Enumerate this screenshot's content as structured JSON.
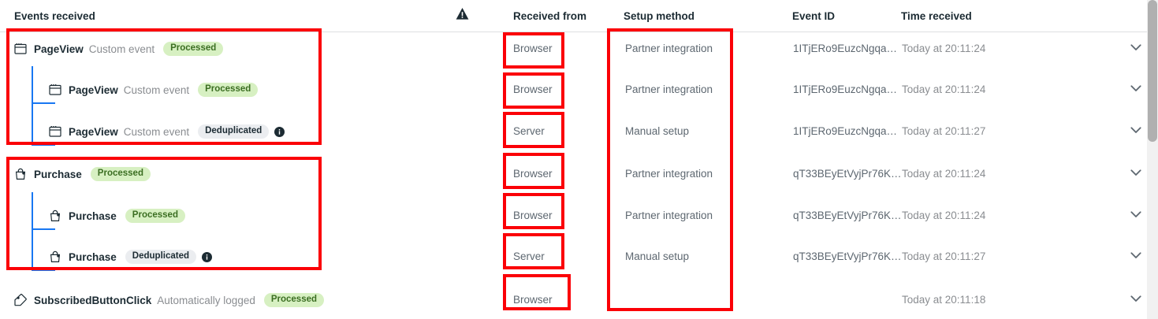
{
  "table": {
    "columns": {
      "events_received": "Events received",
      "warning_icon": "warning-triangle-icon",
      "received_from": "Received from",
      "setup_method": "Setup method",
      "event_id": "Event ID",
      "time_received": "Time received"
    },
    "rows": [
      {
        "icon": "browser-window-icon",
        "name": "PageView",
        "subtitle": "Custom event",
        "badge": "Processed",
        "badge_type": "processed",
        "info": false,
        "indented": false,
        "received_from": "Browser",
        "setup_method": "Partner integration",
        "event_id": "1ITjERo9EuzcNgqa…",
        "time_received": "Today at 20:11:24",
        "chevron": "chevron-down-icon"
      },
      {
        "icon": "browser-window-icon",
        "name": "PageView",
        "subtitle": "Custom event",
        "badge": "Processed",
        "badge_type": "processed",
        "info": false,
        "indented": true,
        "received_from": "Browser",
        "setup_method": "Partner integration",
        "event_id": "1ITjERo9EuzcNgqa…",
        "time_received": "Today at 20:11:24",
        "chevron": "chevron-down-icon"
      },
      {
        "icon": "browser-window-icon",
        "name": "PageView",
        "subtitle": "Custom event",
        "badge": "Deduplicated",
        "badge_type": "deduplicated",
        "info": true,
        "indented": true,
        "received_from": "Server",
        "setup_method": "Manual setup",
        "event_id": "1ITjERo9EuzcNgqa…",
        "time_received": "Today at 20:11:27",
        "chevron": "chevron-down-icon"
      },
      {
        "icon": "shopping-bag-icon",
        "name": "Purchase",
        "subtitle": "",
        "badge": "Processed",
        "badge_type": "processed",
        "info": false,
        "indented": false,
        "received_from": "Browser",
        "setup_method": "Partner integration",
        "event_id": "qT33BEyEtVyjPr76K…",
        "time_received": "Today at 20:11:24",
        "chevron": "chevron-down-icon"
      },
      {
        "icon": "shopping-bag-icon",
        "name": "Purchase",
        "subtitle": "",
        "badge": "Processed",
        "badge_type": "processed",
        "info": false,
        "indented": true,
        "received_from": "Browser",
        "setup_method": "Partner integration",
        "event_id": "qT33BEyEtVyjPr76K…",
        "time_received": "Today at 20:11:24",
        "chevron": "chevron-down-icon"
      },
      {
        "icon": "shopping-bag-icon",
        "name": "Purchase",
        "subtitle": "",
        "badge": "Deduplicated",
        "badge_type": "deduplicated",
        "info": true,
        "indented": true,
        "received_from": "Server",
        "setup_method": "Manual setup",
        "event_id": "qT33BEyEtVyjPr76K…",
        "time_received": "Today at 20:11:27",
        "chevron": "chevron-down-icon"
      },
      {
        "icon": "tag-icon",
        "name": "SubscribedButtonClick",
        "subtitle": "Automatically logged",
        "badge": "Processed",
        "badge_type": "processed",
        "info": false,
        "indented": false,
        "received_from": "Browser",
        "setup_method": "",
        "event_id": "",
        "time_received": "Today at 20:11:18",
        "chevron": "chevron-down-icon"
      }
    ]
  },
  "annotations": {
    "color": "#fb0007",
    "boxes": [
      "pageview-event-group",
      "purchase-event-group",
      "setup-method-column",
      "received-from-browser-0",
      "received-from-browser-1",
      "received-from-server-2",
      "received-from-browser-3",
      "received-from-browser-4",
      "received-from-server-5",
      "received-from-browser-6"
    ]
  },
  "colors": {
    "badge_processed_bg": "#d7f0c2",
    "badge_processed_text": "#3b6e22",
    "badge_deduplicated_bg": "#ebedf0",
    "badge_deduplicated_text": "#1c2b33",
    "tree_line": "#1877f2",
    "annotation": "#fb0007",
    "header_text": "#1c2b33",
    "body_text": "#5d6770"
  },
  "scrollbar": {
    "thumb": "scrollbar-thumb",
    "track": "scrollbar-track"
  }
}
